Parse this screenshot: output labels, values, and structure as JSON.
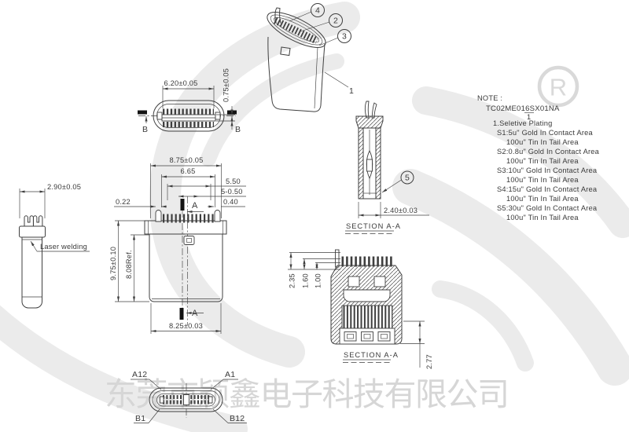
{
  "company": {
    "name_cn": "东莞市颖鑫电子科技有限公司",
    "registered_mark": "R"
  },
  "note": {
    "label": "NOTE :",
    "part_number": "TC02ME016SX01NA",
    "revision_mark": "1",
    "plating_heading": "1.Seletive Plating",
    "plating_options": [
      {
        "gold": "S1:5u\" Gold In Contact Area",
        "tin": "100u\" Tin  In Tail Area"
      },
      {
        "gold": "S2:0.8u\" Gold In Contact Area",
        "tin": "100u\" Tin  In Tail Area"
      },
      {
        "gold": "S3:10u\" Gold In Contact Area",
        "tin": "100u\" Tin  In Tail Area"
      },
      {
        "gold": "S4:15u\" Gold In Contact Area",
        "tin": "100u\" Tin  In Tail Area"
      },
      {
        "gold": "S5:30u\" Gold In Contact Area",
        "tin": "100u\" Tin  In Tail Area"
      }
    ]
  },
  "callouts": {
    "n1": "1",
    "n2": "2",
    "n3": "3",
    "n4": "4",
    "n5": "5"
  },
  "top_view": {
    "dim_width": "6.20±0.05",
    "dim_tongue": "0.75±0.05",
    "section_mark_left": "B",
    "section_mark_right": "B"
  },
  "side_view": {
    "dim_width": "2.90±0.05",
    "weld_note": "Laser welding"
  },
  "front_view": {
    "dim_shell_width": "8.75±0.05",
    "dim_inner_width": "6.65",
    "dim_pin_span": "5.50",
    "dim_pin_pitch": "5-0.50",
    "dim_leg_left": "0.22",
    "dim_leg_right": "0.40",
    "dim_height": "9.75±0.10",
    "dim_body_height": "8.08Ref.",
    "dim_bottom_width": "8.25±0.03",
    "section_mark_top": "A",
    "section_mark_bottom": "A"
  },
  "section_view_1": {
    "dim_width": "2.40±0.03",
    "title": "SECTION A-A"
  },
  "section_view_2": {
    "dim_1": "2.35",
    "dim_2": "1.60",
    "dim_3": "1.00",
    "dim_4": "2.77",
    "title": "SECTION A-A"
  },
  "mating_face_view": {
    "pin_a12": "A12",
    "pin_a1": "A1",
    "pin_b1": "B1",
    "pin_b12": "B12"
  },
  "colors": {
    "line": "#3f3f3f",
    "watermark_swirl": "#ebebeb",
    "watermark_text": "#d6d6d6",
    "watermark_mark": "#d9d9d9"
  }
}
